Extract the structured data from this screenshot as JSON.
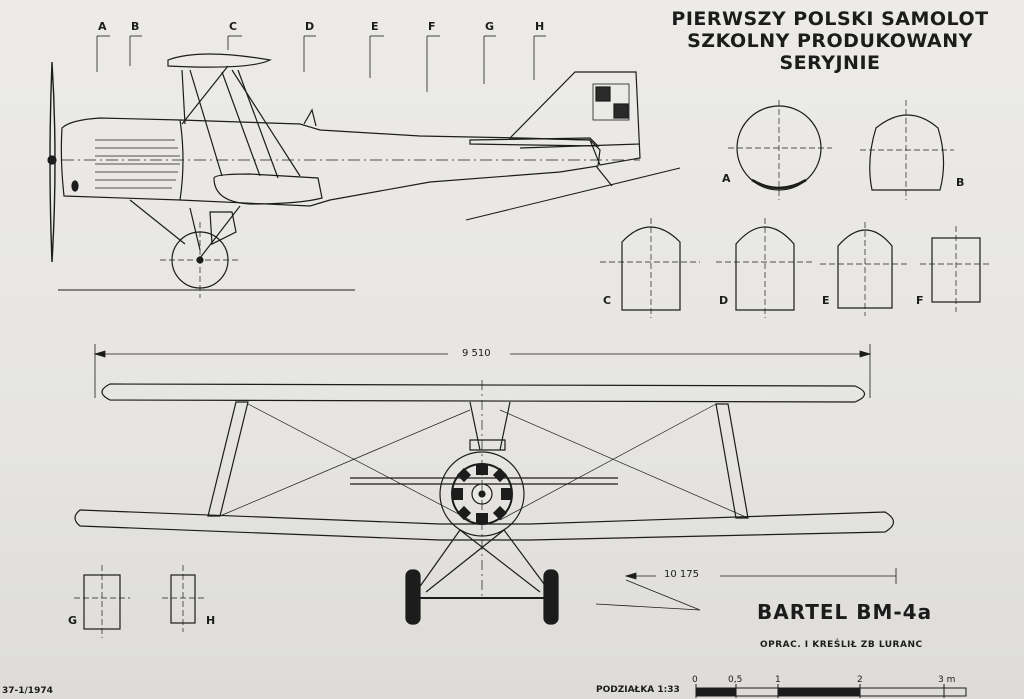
{
  "title": [
    "PIERWSZY POLSKI SAMOLOT",
    "SZKOLNY PRODUKOWANY",
    "SERYJNIE"
  ],
  "model": "BARTEL BM-4a",
  "credit": "OPRAC. I KREŚLIŁ ZB LURANC",
  "dimensions": {
    "span": "9 510",
    "lower_span": "10 175"
  },
  "section_labels": {
    "side_view": [
      "A",
      "B",
      "C",
      "D",
      "E",
      "F",
      "G",
      "H"
    ],
    "cross_sections": [
      "A",
      "B",
      "C",
      "D",
      "E",
      "F",
      "G",
      "H"
    ]
  },
  "scale": {
    "label": "PODZIAŁKA 1:33",
    "ticks": [
      "0",
      "0,5",
      "1",
      "2",
      "3 m"
    ]
  },
  "issue": "37-1/1974",
  "colors": {
    "paper": "#e9e8e4",
    "ink": "#1c1c1c"
  }
}
